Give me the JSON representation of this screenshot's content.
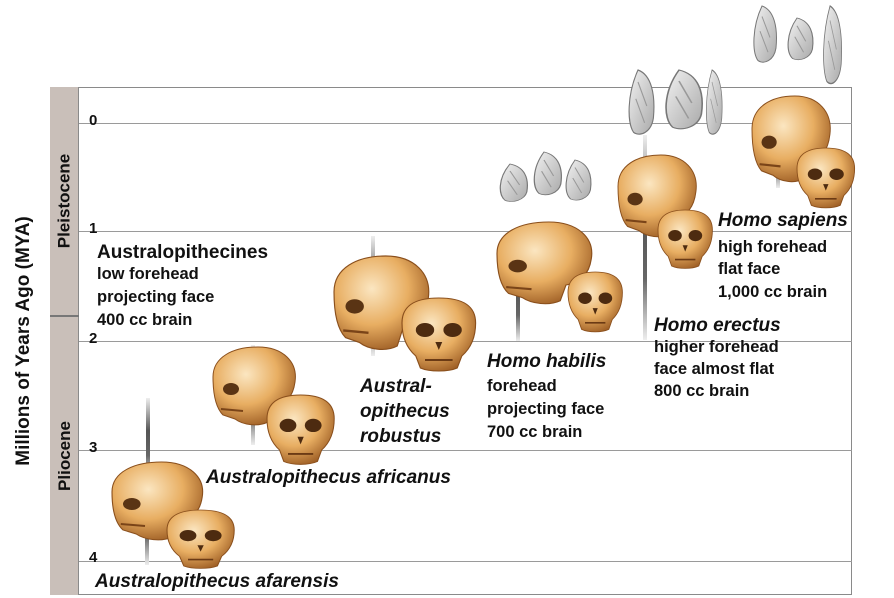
{
  "axis": {
    "title": "Millions of Years Ago (MYA)",
    "ticks": [
      "0",
      "1",
      "2",
      "3",
      "4"
    ]
  },
  "epochs": [
    {
      "name": "Pleistocene"
    },
    {
      "name": "Pliocene"
    }
  ],
  "groups": {
    "australopithecines": {
      "title": "Australopithecines",
      "traits": [
        "low forehead",
        "projecting face",
        "400 cc brain"
      ]
    },
    "homo_sapiens": {
      "name": "Homo sapiens",
      "traits": [
        "high forehead",
        "flat face",
        "1,000 cc brain"
      ]
    },
    "homo_erectus": {
      "name": "Homo erectus",
      "traits": [
        "higher forehead",
        "face almost flat",
        "800 cc brain"
      ]
    },
    "homo_habilis": {
      "name": "Homo habilis",
      "traits": [
        "forehead",
        "projecting face",
        "700 cc brain"
      ]
    },
    "robustus": {
      "name_lines": [
        "Austral-",
        "opithecus",
        "robustus"
      ]
    },
    "africanus": {
      "name": "Australopithecus africanus"
    },
    "afarensis": {
      "name": "Australopithecus afarensis"
    }
  },
  "colors": {
    "skull_light": "#f6d7a4",
    "skull_mid": "#e3a85c",
    "skull_dark": "#a9662a",
    "tool": "#d8d8d8",
    "epoch_band": "#c9bfb9"
  }
}
